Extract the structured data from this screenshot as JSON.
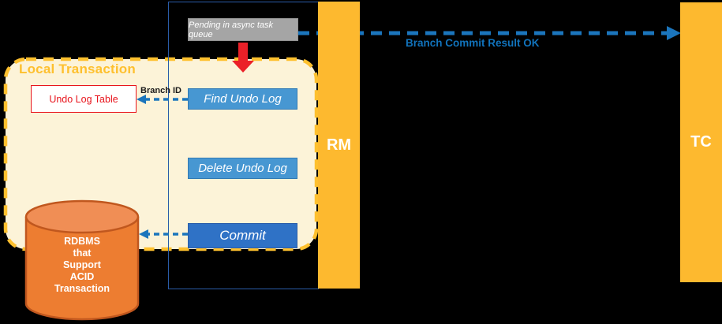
{
  "local_transaction": {
    "label": "Local Transaction"
  },
  "undo_log_table": {
    "label": "Undo Log Table"
  },
  "pending_box": {
    "label": "Pending in async task queue"
  },
  "steps": {
    "find": "Find Undo Log",
    "delete": "Delete Undo Log",
    "commit": "Commit"
  },
  "lifelines": {
    "rm": "RM",
    "tc": "TC"
  },
  "arrows": {
    "branch_id_label": "Branch ID",
    "branch_commit_result_label": "Branch Commit Result OK"
  },
  "database": {
    "lines": [
      "RDBMS",
      "that",
      "Support",
      "ACID",
      "Transaction"
    ]
  },
  "colors": {
    "background": "#000000",
    "lifeline_orange": "#fdb92f",
    "region_fill": "#fcf3d8",
    "region_border": "#fec02e",
    "step_blue_light": "#4797d2",
    "step_blue_dark": "#2f72c6",
    "arrow_blue": "#1b75bc",
    "result_text_blue": "#1173bc",
    "pending_gray": "#a5a5a5",
    "undo_red": "#e8141c",
    "down_arrow_red": "#eb2028",
    "db_orange": "#ed7d31",
    "db_orange_top": "#f08e55",
    "db_border": "#c0571e",
    "frame_blue": "#2a5ca8"
  }
}
